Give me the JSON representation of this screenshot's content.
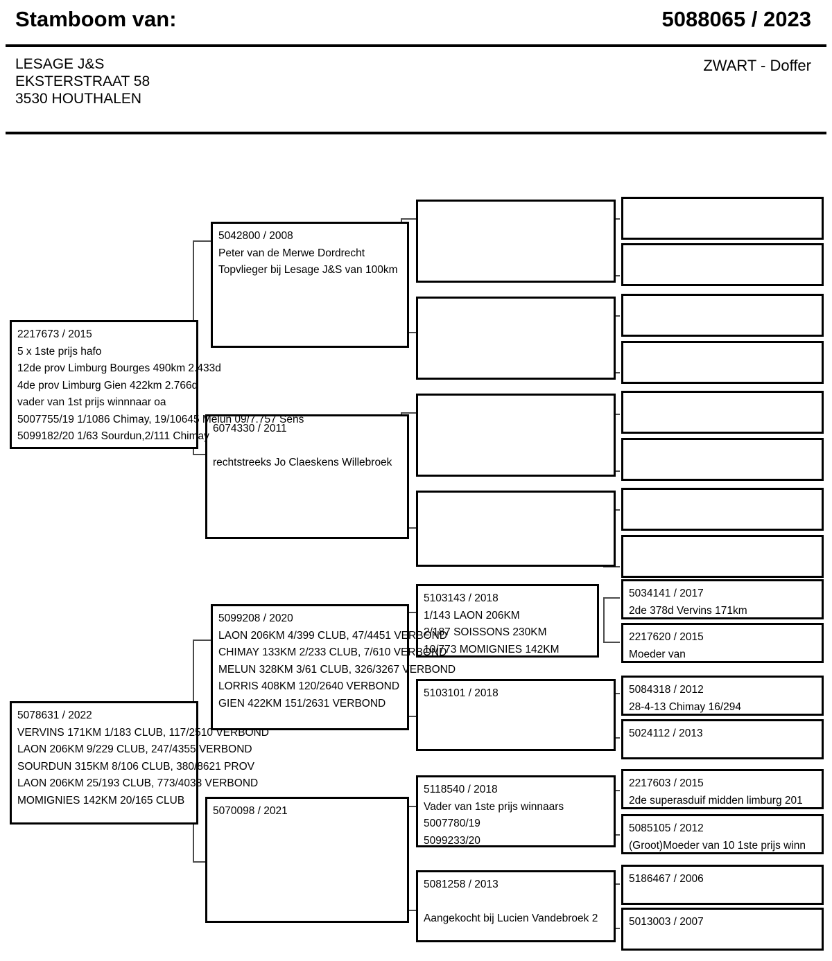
{
  "header": {
    "title": "Stamboom van:",
    "ring": "5088065 / 2023",
    "owner_line1": "LESAGE J&S",
    "owner_line2": "EKSTERSTRAAT 58",
    "owner_line3": "3530 HOUTHALEN",
    "sex": "ZWART - Doffer"
  },
  "gen1": {
    "sire": {
      "ring": "2217673 / 2015",
      "lines": [
        "5 x 1ste prijs hafo",
        "12de prov Limburg Bourges 490km 2.433d",
        "4de prov Limburg Gien 422km 2.766d",
        "vader van 1st prijs winnnaar oa",
        "5007755/19 1/1086 Chimay, 19/10645 Melun 09/7.757 Sens",
        "5099182/20 1/63 Sourdun,2/111 Chimay"
      ]
    },
    "dam": {
      "ring": "5078631 / 2022",
      "lines": [
        "VERVINS 171KM 1/183 CLUB, 117/2510 VERBOND",
        "LAON 206KM 9/229 CLUB, 247/4355 VERBOND",
        "SOURDUN 315KM 8/106 CLUB, 380/8621 PROV",
        "LAON 206KM 25/193 CLUB, 773/4033 VERBOND",
        "MOMIGNIES 142KM 20/165 CLUB"
      ]
    }
  },
  "gen2": [
    {
      "ring": "5042800 / 2008",
      "lines": [
        "Peter van de Merwe Dordrecht",
        "Topvlieger bij Lesage J&S van 100km"
      ]
    },
    {
      "ring": "6074330 / 2011",
      "lines": [
        "",
        "rechtstreeks Jo Claeskens Willebroek"
      ]
    },
    {
      "ring": "5099208 / 2020",
      "lines": [
        "LAON 206KM 4/399 CLUB, 47/4451 VERBOND",
        "CHIMAY 133KM 2/233 CLUB, 7/610 VERBOND",
        "MELUN 328KM 3/61 CLUB, 326/3267 VERBOND",
        "LORRIS 408KM 120/2640 VERBOND",
        "GIEN 422KM 151/2631 VERBOND"
      ]
    },
    {
      "ring": "5070098 / 2021",
      "lines": []
    }
  ],
  "gen3": [
    {
      "ring": "",
      "lines": []
    },
    {
      "ring": "",
      "lines": []
    },
    {
      "ring": "",
      "lines": []
    },
    {
      "ring": "",
      "lines": []
    },
    {
      "ring": "5103143 / 2018",
      "lines": [
        "1/143 LAON 206KM",
        "2/187 SOISSONS 230KM",
        "10/773 MOMIGNIES 142KM"
      ]
    },
    {
      "ring": "5103101 / 2018",
      "lines": []
    },
    {
      "ring": "5118540 / 2018",
      "lines": [
        "Vader van 1ste prijs winnaars",
        "5007780/19",
        "5099233/20"
      ]
    },
    {
      "ring": "5081258 / 2013",
      "lines": [
        "",
        "Aangekocht bij Lucien Vandebroek 2"
      ]
    }
  ],
  "gen4": [
    {
      "ring": "",
      "lines": []
    },
    {
      "ring": "",
      "lines": []
    },
    {
      "ring": "",
      "lines": []
    },
    {
      "ring": "",
      "lines": []
    },
    {
      "ring": "",
      "lines": []
    },
    {
      "ring": "",
      "lines": []
    },
    {
      "ring": "",
      "lines": []
    },
    {
      "ring": "",
      "lines": []
    },
    {
      "ring": "5034141 / 2017",
      "lines": [
        "2de 378d Vervins 171km"
      ]
    },
    {
      "ring": "2217620 / 2015",
      "lines": [
        "Moeder van"
      ]
    },
    {
      "ring": "5084318 / 2012",
      "lines": [
        "28-4-13 Chimay 16/294"
      ]
    },
    {
      "ring": "5024112 / 2013",
      "lines": []
    },
    {
      "ring": "2217603 / 2015",
      "lines": [
        "2de superasduif midden limburg 201"
      ]
    },
    {
      "ring": "5085105 / 2012",
      "lines": [
        "(Groot)Moeder van 10 1ste prijs winn"
      ]
    },
    {
      "ring": "5186467 / 2006",
      "lines": []
    },
    {
      "ring": "5013003 / 2007",
      "lines": []
    }
  ]
}
